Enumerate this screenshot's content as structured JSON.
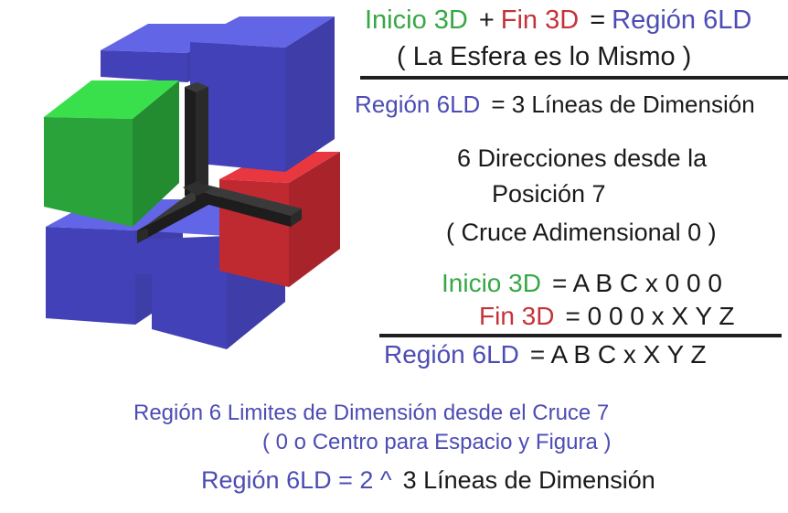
{
  "figure": {
    "name": "3d-cube-cluster-with-axis-cross",
    "description": "Cluster of cubes around a central 3-armed black axis cross",
    "colors": {
      "blue_top": "#6265e6",
      "blue_front": "#4341b8",
      "blue_side": "#3f3da8",
      "green_top": "#39e04c",
      "green_front": "#2aa43a",
      "green_side": "#238c31",
      "red_top": "#e8373e",
      "red_front": "#bf2a31",
      "red_side": "#a8242a",
      "axis_black": "#1d1d1d",
      "axis_black_light": "#3a3a3a",
      "background": "#ffffff"
    },
    "cubes": [
      {
        "name": "cube-top-back",
        "color": "blue"
      },
      {
        "name": "cube-top-right",
        "color": "blue"
      },
      {
        "name": "cube-left",
        "color": "green"
      },
      {
        "name": "cube-right",
        "color": "red"
      },
      {
        "name": "cube-bottom-left",
        "color": "blue"
      },
      {
        "name": "cube-bottom-right",
        "color": "blue"
      }
    ],
    "axis_arms": 3
  },
  "equations": {
    "line1": {
      "inicio": "Inicio 3D",
      "plus": "+",
      "fin": "Fin 3D",
      "equals": "=",
      "region": "Región 6LD"
    },
    "esfera": "( La Esfera es lo Mismo )",
    "lineas3": {
      "region": "Región 6LD",
      "rest": "= 3 Líneas de Dimensión"
    },
    "direcciones": {
      "line1": "6 Direcciones desde la",
      "line2": "Posición 7",
      "line3": "( Cruce Adimensional 0 )"
    },
    "sum": {
      "inicio_label": "Inicio 3D",
      "inicio_value": "= A B C x 0 0 0",
      "fin_label": "Fin 3D",
      "fin_value": "= 0 0 0 x X Y Z",
      "region_label": "Región 6LD",
      "region_value": "= A B C x X Y Z"
    },
    "bottom": {
      "line1": "Región 6 Limites de Dimensión desde el Cruce 7",
      "line2": "( 0 o Centro para Espacio y Figura )",
      "line3_blue": "Región 6LD = 2 ^",
      "line3_black": "3  Líneas de Dimensión"
    }
  },
  "colors": {
    "text_black": "#1a1a1a",
    "text_green": "#36a845",
    "text_red": "#c5333a",
    "text_blue": "#4c4cb4",
    "rule": "#1f1f1f"
  }
}
